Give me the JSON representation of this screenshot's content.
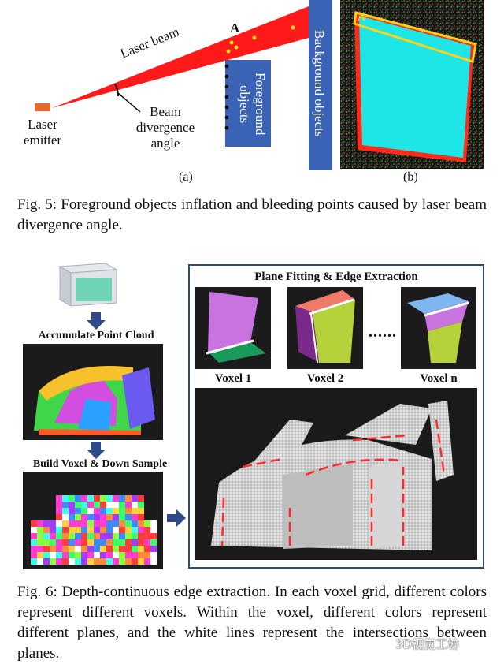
{
  "fig5": {
    "label_a_point": "A",
    "laser_beam": "Laser beam",
    "laser_emitter_1": "Laser",
    "laser_emitter_2": "emitter",
    "beam_div_1": "Beam",
    "beam_div_2": "divergence",
    "beam_div_3": "angle",
    "foreground": "Foreground objects",
    "background": "Background objects",
    "sub_a": "(a)",
    "sub_b": "(b)",
    "photo_label": "A",
    "caption": "Fig. 5: Foreground objects inflation and bleeding points caused by laser beam divergence angle."
  },
  "fig6": {
    "accumulate": "Accumulate Point Cloud",
    "build_voxel": "Build Voxel & Down Sample",
    "plane_fitting": "Plane Fitting & Edge Extraction",
    "voxel_1": "Voxel 1",
    "voxel_2": "Voxel 2",
    "voxel_n": "Voxel n",
    "dots": "......",
    "caption": "Fig. 6: Depth-continuous edge extraction. In each voxel grid, different colors represent different voxels. Within the voxel, different colors represent different planes, and the white lines represent the intersections between planes."
  },
  "watermark": "3D视觉工坊",
  "colors": {
    "beam": "#ff1a1a",
    "box_blue": "#3a62b5",
    "frame": "#2f4a8a",
    "emitter": "#e8692b"
  }
}
